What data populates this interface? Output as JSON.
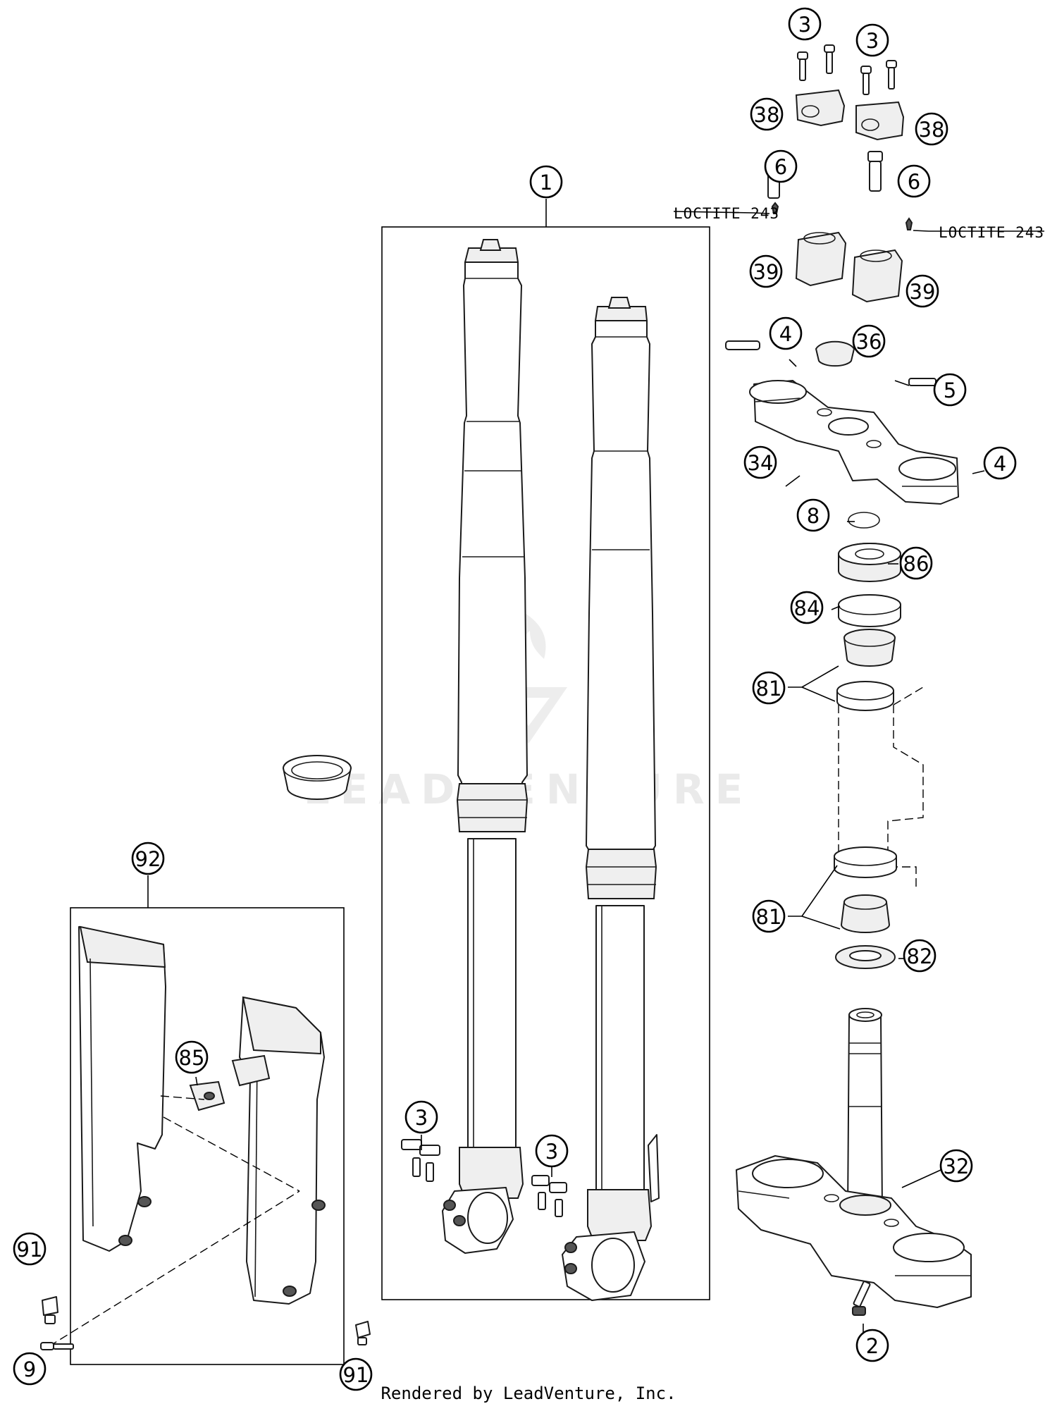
{
  "footer": {
    "credit": "Rendered by LeadVenture, Inc."
  },
  "watermark": {
    "text": "LEADVENTURE"
  },
  "notes": {
    "loctite_left": "LOCTITE 243",
    "loctite_right": "LOCTITE 243"
  },
  "callouts": [
    {
      "id": "c-1",
      "label": "1"
    },
    {
      "id": "c-3-top-left",
      "label": "3"
    },
    {
      "id": "c-3-top-right",
      "label": "3"
    },
    {
      "id": "c-38-left",
      "label": "38"
    },
    {
      "id": "c-38-right",
      "label": "38"
    },
    {
      "id": "c-6-left",
      "label": "6"
    },
    {
      "id": "c-6-right",
      "label": "6"
    },
    {
      "id": "c-39-left",
      "label": "39"
    },
    {
      "id": "c-39-right",
      "label": "39"
    },
    {
      "id": "c-4-top",
      "label": "4"
    },
    {
      "id": "c-36",
      "label": "36"
    },
    {
      "id": "c-5",
      "label": "5"
    },
    {
      "id": "c-34",
      "label": "34"
    },
    {
      "id": "c-4-right",
      "label": "4"
    },
    {
      "id": "c-8",
      "label": "8"
    },
    {
      "id": "c-86",
      "label": "86"
    },
    {
      "id": "c-84",
      "label": "84"
    },
    {
      "id": "c-81-top",
      "label": "81"
    },
    {
      "id": "c-81-bottom",
      "label": "81"
    },
    {
      "id": "c-82",
      "label": "82"
    },
    {
      "id": "c-92",
      "label": "92"
    },
    {
      "id": "c-85",
      "label": "85"
    },
    {
      "id": "c-3-fork-left",
      "label": "3"
    },
    {
      "id": "c-3-fork-right",
      "label": "3"
    },
    {
      "id": "c-32",
      "label": "32"
    },
    {
      "id": "c-91-left",
      "label": "91"
    },
    {
      "id": "c-91-right",
      "label": "91"
    },
    {
      "id": "c-9",
      "label": "9"
    },
    {
      "id": "c-2",
      "label": "2"
    }
  ]
}
